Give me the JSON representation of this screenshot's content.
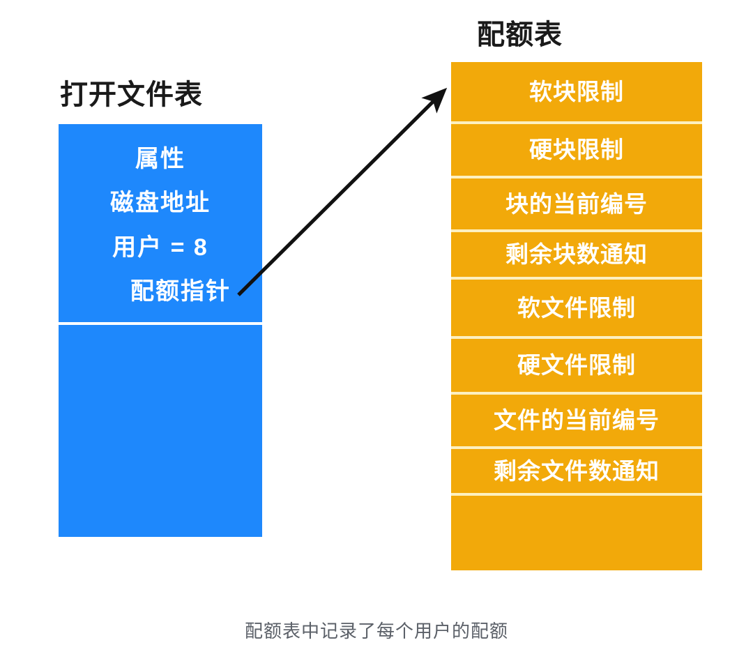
{
  "colors": {
    "open_file_table_fill": "#1e88fc",
    "quota_table_fill": "#f2a90a",
    "quota_divider": "#fdf0c0",
    "label_text": "#ffffff",
    "heading_text": "#1a1a1a",
    "caption_text": "#5b6068",
    "arrow": "#111111",
    "background": "#ffffff"
  },
  "open_file_table": {
    "title": "打开文件表",
    "fields": [
      {
        "label": "属性",
        "align": "center"
      },
      {
        "label": "磁盘地址",
        "align": "center"
      },
      {
        "label": "用户 = 8",
        "align": "center"
      },
      {
        "label": "配额指针",
        "align": "right"
      }
    ]
  },
  "quota_table": {
    "title": "配额表",
    "rows": [
      {
        "label": "软块限制"
      },
      {
        "label": "硬块限制"
      },
      {
        "label": "块的当前编号"
      },
      {
        "label": "剩余块数通知"
      },
      {
        "label": "软文件限制"
      },
      {
        "label": "硬文件限制"
      },
      {
        "label": "文件的当前编号"
      },
      {
        "label": "剩余文件数通知"
      },
      {
        "label": ""
      }
    ]
  },
  "arrow": {
    "name": "quota-pointer-arrow",
    "from": "配额指针",
    "to": "配额表"
  },
  "caption": "配额表中记录了每个用户的配额"
}
